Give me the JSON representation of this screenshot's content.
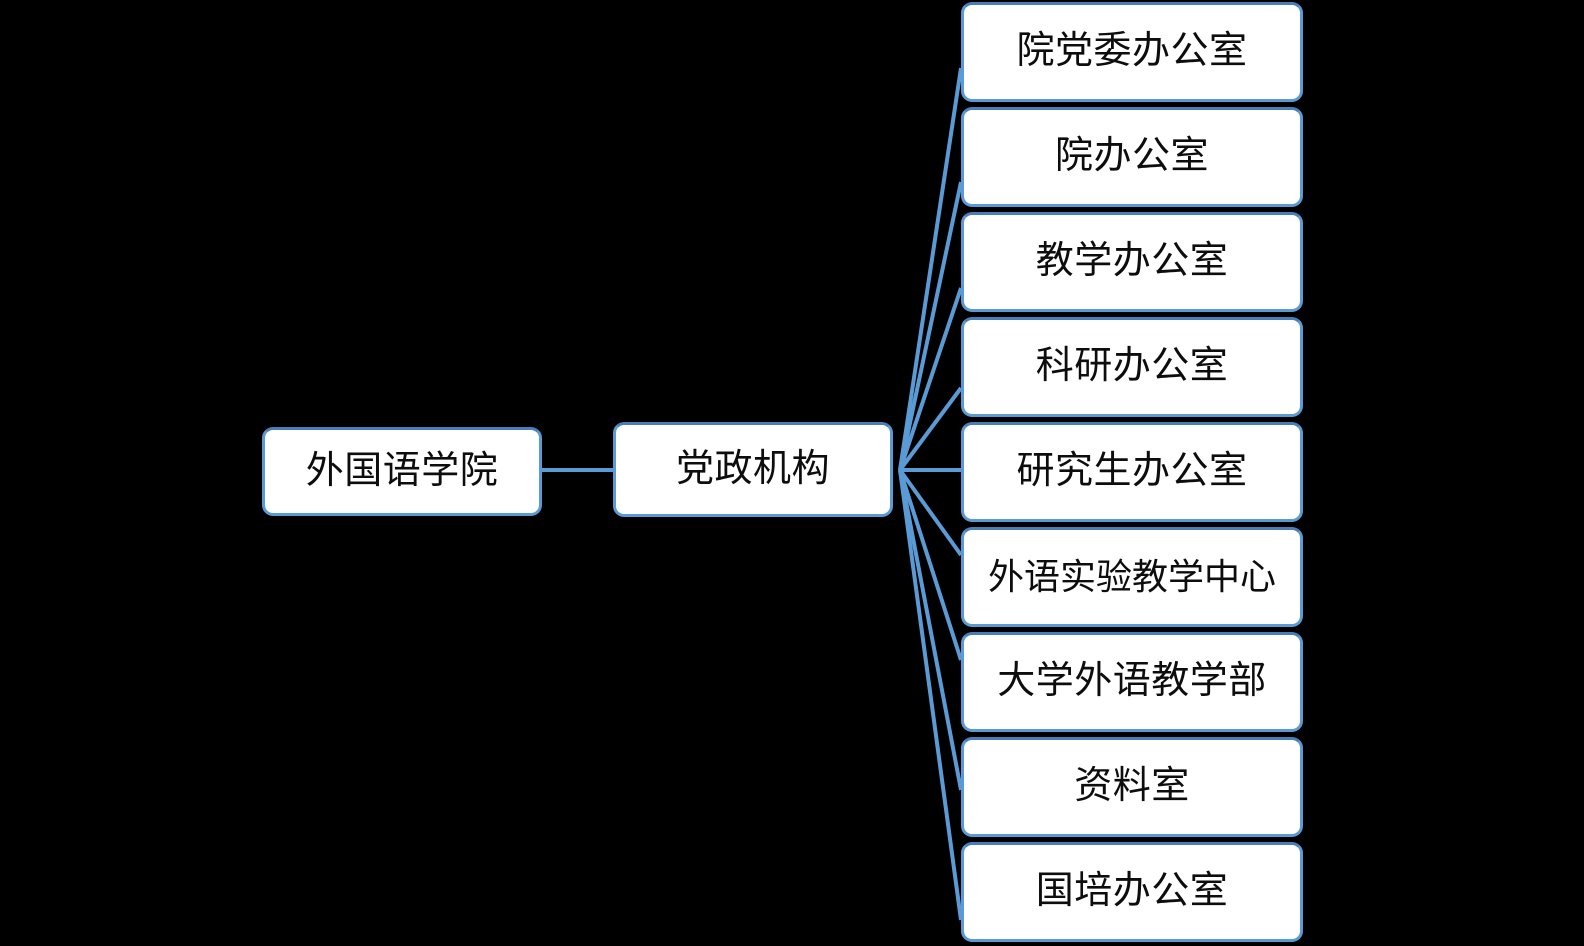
{
  "diagram": {
    "type": "organization-chart",
    "title": "外国语学院党政机构",
    "background_color": "#000000",
    "node_fill_color": "#ffffff",
    "node_border_color": "#5b9bd5",
    "connector_color": "#5b9bd5",
    "text_color": "#0d0d0d"
  },
  "root": {
    "label": "外国语学院"
  },
  "hub": {
    "label": "党政机构"
  },
  "leaves": [
    {
      "label": "院党委办公室"
    },
    {
      "label": "院办公室"
    },
    {
      "label": "教学办公室"
    },
    {
      "label": "科研办公室"
    },
    {
      "label": "研究生办公室"
    },
    {
      "label": "外语实验教学中心"
    },
    {
      "label": "大学外语教学部"
    },
    {
      "label": "资料室"
    },
    {
      "label": "国培办公室"
    }
  ]
}
